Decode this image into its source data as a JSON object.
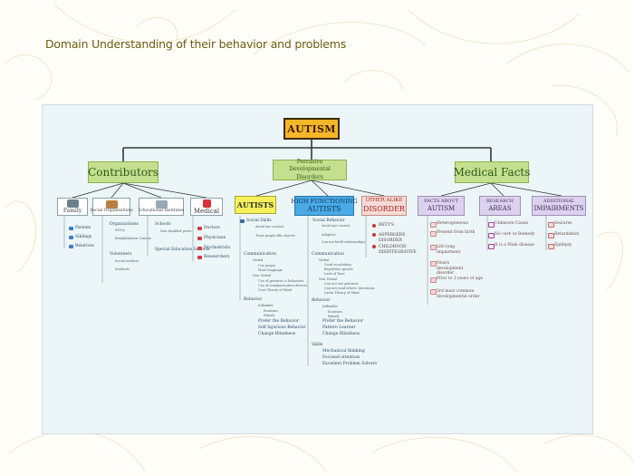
{
  "slide": {
    "title": "Domain Understanding of their behavior and problems"
  },
  "colors": {
    "root_fill": "#f4b728",
    "green": "#c4e08e",
    "autists": "#f6f15a",
    "high_functioning": "#49aae6",
    "other_alike": "#f6dad6",
    "medical_facts_cats": "#dcd2ee",
    "connector": "#2e3b38"
  },
  "diagram": {
    "root": "AUTISM",
    "contributors": {
      "label": "Contributors",
      "children": [
        {
          "label": "Family",
          "icon": "family-icon",
          "items": [
            "Parents",
            "Siblings",
            "Relatives"
          ]
        },
        {
          "label": "Social Organizations",
          "icon": "organization-icon",
          "items": [
            "Organizations",
            "NGOs",
            "Rehabilitation Centers",
            "Volunteers",
            "Social workers",
            "Students"
          ]
        },
        {
          "label": "Educational Institutes",
          "icon": "school-icon",
          "items": [
            "Schools",
            "Non disabled peers",
            "Special Education Schools"
          ]
        },
        {
          "label": "Medical",
          "icon": "medical-cross-icon",
          "items": [
            "Doctors",
            "Physicians",
            "Psychiatrists",
            "Researchers"
          ]
        }
      ]
    },
    "pdd": {
      "label": "Perrasive Developmental Disorders",
      "children": [
        {
          "label": "AUTISTS",
          "skills_label": "Social Skills",
          "skills": [
            "Avoid eye contact",
            "Treat people like objects"
          ],
          "communication_label": "Communication",
          "communication": [
            "Verbal",
            "Use jargon",
            "Mute language",
            "Non Verbal",
            "Use of gestures & behaviors",
            "Use of communication devices",
            "Uses Theory of Mind"
          ],
          "behavior_label": "Behavior",
          "behavior": [
            "Inflexible",
            "Routines",
            "Rituals",
            "Prefer the Behavior",
            "Self Injurious Behavior",
            "Change Blindness"
          ]
        },
        {
          "label_top": "HIGH FUNCTIONING",
          "label": "AUTISTS",
          "skills_label": "Social Behavior",
          "skills": [
            "Avoid eye contact",
            "Adaptive",
            "Can not build relationships"
          ],
          "communication_label": "Communication",
          "communication": [
            "Verbal",
            "Good vocabulary",
            "Repetitive speech",
            "Lack of Tone",
            "Non Verbal",
            "Can not use gestures",
            "Can not read others' Intentions",
            "Lacks Theory of Mind"
          ],
          "behavior_label": "Behavior",
          "behavior": [
            "Inflexible",
            "Routines",
            "Rituals",
            "Prefer the Behavior",
            "Pattern Learner",
            "Change Blindness"
          ],
          "skills2_label": "Skills",
          "skills2": [
            "Mechanical thinking",
            "Focused attention",
            "Excellent Problem Solvers"
          ]
        },
        {
          "label_top": "OTHER ALIKE",
          "label": "DISORDER",
          "items": [
            "RETT'S",
            "ASPERGERS DISORDER",
            "CHILDHOOD DISINTEGRATIVE"
          ]
        }
      ]
    },
    "medical_facts": {
      "label": "Medical Facts",
      "children": [
        {
          "label_top": "FACTS ABOUT",
          "label": "AUTISM",
          "items": [
            "Heterogeneous",
            "Present from birth",
            "Life long impairment",
            "Neuro development disorder",
            "Prior to 3 years of age",
            "3rd most common developmental order"
          ]
        },
        {
          "label_top": "RESEARCH",
          "label": "AREAS",
          "items": [
            "Unknown Cause",
            "No cure or Remedy",
            "It is a Male disease"
          ]
        },
        {
          "label_top": "ADDITIONAL",
          "label": "IMPAIRMENTS",
          "items": [
            "Seizures",
            "Retardation",
            "Epilepsy"
          ]
        }
      ]
    }
  }
}
